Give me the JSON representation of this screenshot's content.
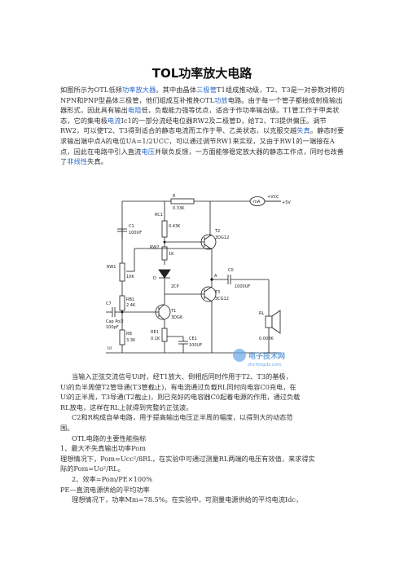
{
  "title": "TOL功率放大电路",
  "intro": {
    "t1": "如图所示为OTL低频",
    "l1": "功率放大器",
    "t2": "。其中由晶体",
    "l2": "三极管",
    "t3": "T1组成推动级，T2、T3是一对参数对称的NPN和PNP型晶体三极管，他们组成互补推挽OTL",
    "l3": "功放",
    "t4": "电路。由于每一个管子都接成射极输出器形式，因此具有输出",
    "l4": "电阻",
    "t5": "低，负载能力强等优点，适合于作功率输出级。T1管工作于甲类状态，它的集电极",
    "l5": "电流",
    "t6": "Ic1的一部分流经电位器RW2及二极管D，给T2、T3提供偏压。调节RW2，可以使T2、T3得到适合的静态电流而工作于甲、乙类状态，以克服交越",
    "l6": "失真",
    "t7": "。静态时要求输出端中点A的电位UA=1/2UCC，可以通过调节RW1来实现，又由于RW1的一端接在A点，因此在电路中引入直流",
    "l7": "电压",
    "t8": "并联负反馈，一方面能够稳定放大器的静态工作点，同时也改善了",
    "l8": "非线性",
    "t9": "失真。"
  },
  "circuit": {
    "labels": {
      "r": "R",
      "r_val": "0.33K",
      "rc1": "RC1",
      "rc1_val": "0.43K",
      "t2": "T2",
      "t2_type": "3DG12",
      "vcc": "+VCC",
      "vcc_val": "+5V",
      "ma": "mA",
      "c1": "C1",
      "c1_val": "100UF",
      "rw2": "RW2",
      "rw2_val": "1K",
      "c0": "C0",
      "c0_val": "1000UF",
      "rw1": "RW1",
      "rw1_val": "10K",
      "d": "D",
      "d_type": "2CP",
      "t3": "T3",
      "t3_type": "3CG12",
      "a": "A",
      "cv": "C7",
      "cv_sub": "Cap Pol2",
      "cv_val": "100pF",
      "rb1": "RB1",
      "rb1_val": "2.4K",
      "t1": "T1",
      "t1_type": "3DG6",
      "rl": "RL",
      "rl_val": "0.008K",
      "re1": "RE1",
      "re1_val": "0.1K",
      "ce": "CE1",
      "ce_val": "100UF",
      "rb": "RB",
      "rb_val": "3.3K",
      "ui": "Ui"
    },
    "watermark": {
      "line1": "电子技术网",
      "line2": "zhcfongdz.com"
    }
  },
  "lines": [
    {
      "text": "当输入正弦交流信号Ui时，经T1放大、倒相后同时作用于T2、T3的基极，",
      "indent": true
    },
    {
      "text": "Ui的负半周使T2管导通(T3管截止)，有电流通过负载RL同时向电容C0充电，在",
      "indent": false
    },
    {
      "text": "Ui的正半周，T3导通(T2截止)，则已充好的电容器C0起着电源的作用，通过负载",
      "indent": false
    },
    {
      "text": "RL放电，这样在RL上就得到完整的正弦波。",
      "indent": false
    },
    {
      "text": "C2和R构成自举电路，用于提高输出电压正半周的幅度，以得到大的动态范",
      "indent": true
    },
    {
      "text": "围。",
      "indent": false
    },
    {
      "text": "OTL电路的主要性能指标",
      "indent": true
    },
    {
      "text": "1、最大不失真输出功率Pom",
      "indent": false
    },
    {
      "text": "理想情况下，Pom=Ucc²/8RL，在实验中可通过测量RL两端的电压有效值，来求得实",
      "indent": false
    },
    {
      "text": "际的Pom=Uo²/RL。",
      "indent": false
    },
    {
      "text": "2、效率=Pom/PE×100%",
      "indent": true
    },
    {
      "text": "PE—直流电源供给的平均功率",
      "indent": false
    },
    {
      "text": "理想情况下，功率Mm=78.5%。在实验中，可测量电源供给的平均电流Idc，",
      "indent": true
    }
  ]
}
